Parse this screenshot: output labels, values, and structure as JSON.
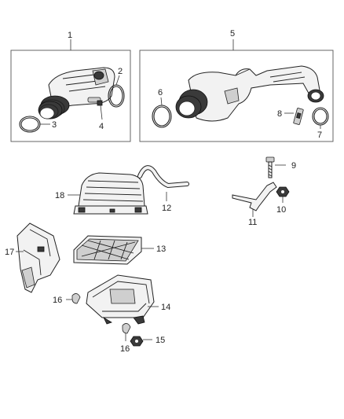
{
  "callouts": {
    "c1": "1",
    "c2": "2",
    "c3": "3",
    "c4": "4",
    "c5": "5",
    "c6": "6",
    "c7": "7",
    "c8": "8",
    "c9": "9",
    "c10": "10",
    "c11": "11",
    "c12": "12",
    "c13": "13",
    "c14": "14",
    "c15": "15",
    "c16a": "16",
    "c16b": "16",
    "c17": "17",
    "c18": "18"
  }
}
